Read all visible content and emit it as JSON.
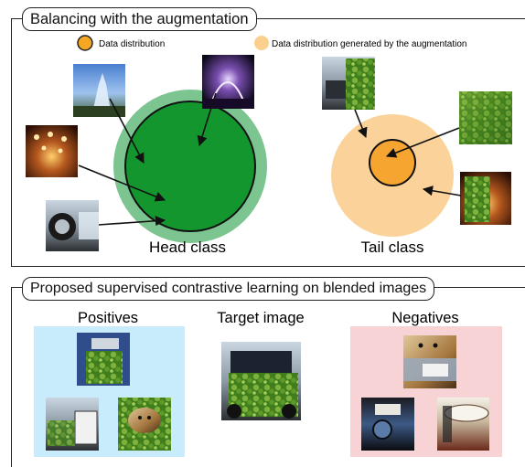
{
  "top_section": {
    "title": "Balancing with the augmentation",
    "legend": [
      {
        "label": "Data distribution",
        "color": "#f5a623"
      },
      {
        "label": "Data distribution generated by the augmentation",
        "color": "#fbd08e"
      }
    ],
    "head_label": "Head class",
    "tail_label": "Tail class",
    "colors": {
      "head_inner": "#14962f",
      "head_outer": "#7dc590",
      "tail_inner": "#f7a531",
      "tail_outer": "#fbd39a"
    }
  },
  "bottom_section": {
    "title": "Proposed supervised contrastive learning on blended images",
    "positives_label": "Positives",
    "target_label": "Target image",
    "negatives_label": "Negatives",
    "colors": {
      "positives_bg": "#c8ecfb",
      "negatives_bg": "#f8d3d6"
    }
  },
  "thumbnails": {
    "fountain_day": "fountain-photo",
    "fountain_night": "fountain-night-photo",
    "fountain_lights": "fountain-lights-photo",
    "wheel": "car-wheel-photo",
    "broccoli_car": "broccoli-blend-photo",
    "broccoli": "broccoli-photo",
    "broccoli_fountain": "broccoli-fountain-blend-photo",
    "dog": "dog-photo",
    "drum": "drum-photo",
    "mug": "mug-photo"
  }
}
